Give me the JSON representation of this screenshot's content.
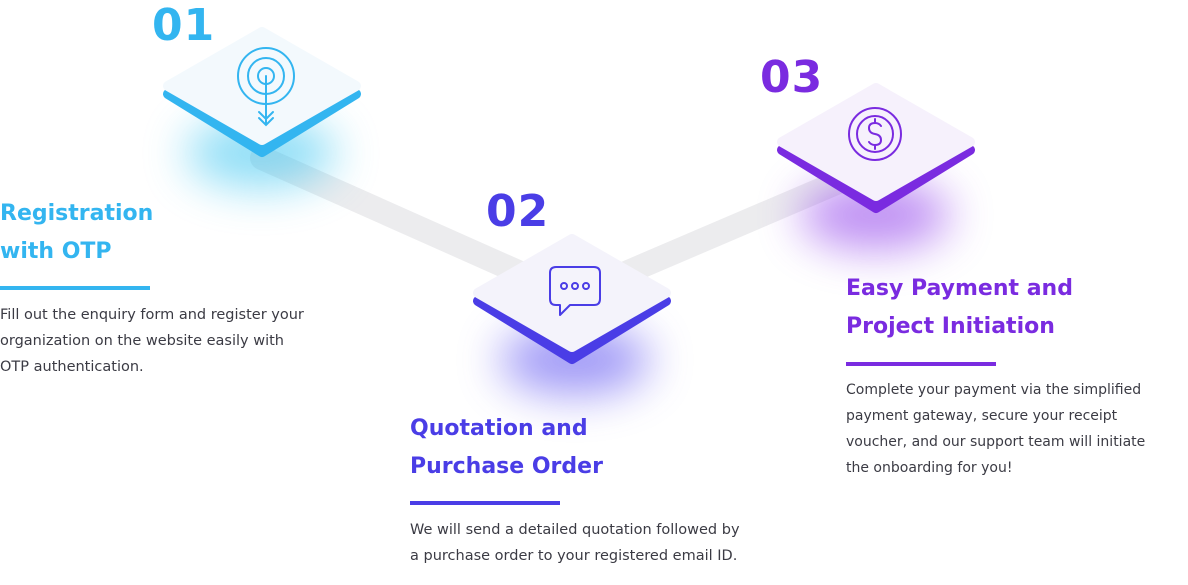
{
  "colors": {
    "step1": "#33b5f0",
    "step2": "#4a3de6",
    "step3": "#7a2be0",
    "connector": "#ececee",
    "body_text": "#3b3b44"
  },
  "steps": [
    {
      "number": "01",
      "icon": "target-arrow-icon",
      "title_lines": [
        "Registration",
        "with OTP"
      ],
      "desc_lines": [
        "Fill out the enquiry form and register your",
        "organization on the website easily with",
        "OTP authentication."
      ]
    },
    {
      "number": "02",
      "icon": "chat-bubble-icon",
      "title_lines": [
        "Quotation and",
        "Purchase Order"
      ],
      "desc_lines": [
        "We will send a detailed quotation followed by",
        "a purchase order to your registered email ID."
      ]
    },
    {
      "number": "03",
      "icon": "dollar-coin-icon",
      "title_lines": [
        "Easy Payment and",
        "Project Initiation"
      ],
      "desc_lines": [
        "Complete your payment via the simplified",
        "payment gateway, secure your receipt",
        "voucher, and our support team will initiate",
        "the onboarding for you!"
      ]
    }
  ]
}
